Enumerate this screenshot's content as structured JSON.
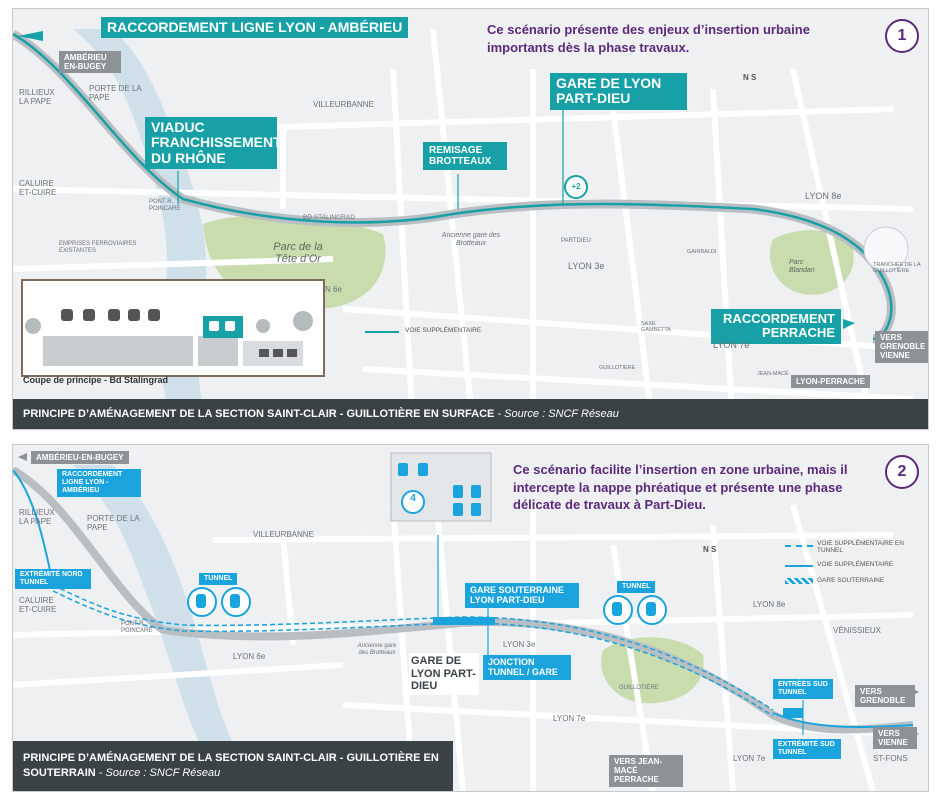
{
  "panel1": {
    "scenario_text": "Ce scénario présente des enjeux d’insertion urbaine importants dès la phase travaux.",
    "number": "1",
    "caption_main": "PRINCIPE D’AMÉNAGEMENT DE LA SECTION SAINT-CLAIR - GUILLOTIÈRE EN SURFACE",
    "caption_source": "- Source : SNCF Réseau",
    "labels": {
      "raccordement_ambérieu": "RACCORDEMENT LIGNE LYON - AMBÉRIEU",
      "viaduc": "VIADUC FRANCHISSEMENT DU RHÔNE",
      "remisage": "REMISAGE BROTTEAUX",
      "gare": "GARE DE LYON PART-DIEU",
      "raccordement_perrache": "RACCORDEMENT PERRACHE",
      "amberieu_box": "AMBÉRIEU EN-BUGEY",
      "lyon_perrache_box": "LYON-PERRACHE",
      "vers_grenoble_box": "VERS GRENOBLE VIENNE",
      "parc": "Parc de la Tête d’Or",
      "rillieux": "RILLIEUX LA PAPE",
      "porte_pape": "PORTE DE LA PAPE",
      "villeurbanne": "VILLEURBANNE",
      "caluire": "CALUIRE ET-CUIRE",
      "pont": "PONT R. POINCARÉ",
      "emprises": "EMPRISES FERROVIAIRES EXISTANTES",
      "stalingrad": "BD STALINGRAD",
      "brotteaux": "Ancienne gare des Brotteaux",
      "partdieu": "PARTDIEU",
      "lyon3": "LYON 3e",
      "lyon6": "N 6e",
      "lyon8": "LYON 8e",
      "lyon7": "LYON 7e",
      "parc_blandan": "Parc Blandan",
      "tranchee": "TRANCHÉE DE LA GUILLOTIÈRE",
      "voie_supp": "VOIE SUPPLÉMENTAIRE",
      "garibaldi": "GARIBALDI",
      "saxe": "SAXE GAMBETTA",
      "guillotiere": "GUILLOTIÈRE",
      "jean_mace": "JEAN-MACÉ",
      "plus2": "+2",
      "inset_caption": "Coupe de principe - Bd Stalingrad",
      "compass": "N  S"
    }
  },
  "panel2": {
    "scenario_text": "Ce scénario facilite l’insertion en zone urbaine, mais il intercepte la nappe phréatique et présente une phase délicate de travaux à Part-Dieu.",
    "number": "2",
    "caption_main": "PRINCIPE D’AMÉNAGEMENT DE LA SECTION SAINT-CLAIR - GUILLOTIÈRE EN SOUTERRAIN",
    "caption_source": "- Source : SNCF Réseau",
    "labels": {
      "amberieu_box": "AMBÉRIEU-EN-BUGEY",
      "raccordement": "RACCORDEMENT LIGNE LYON - AMBÉRIEU",
      "extremite_nord": "EXTRÉMITÉ NORD TUNNEL",
      "tunnel1": "TUNNEL",
      "tunnel2": "TUNNEL",
      "gare_souterraine": "GARE SOUTERRAINE LYON PART-DIEU",
      "jonction": "JONCTION TUNNEL / GARE",
      "gare_partdieu": "GARE DE LYON PART-DIEU",
      "entrees_sud": "ENTRÉES SUD TUNNEL",
      "extremite_sud": "EXTRÉMITÉ SUD TUNNEL",
      "vers_grenoble": "VERS GRENOBLE",
      "vers_vienne": "VERS VIENNE",
      "vers_jeanmace": "VERS JEAN-MACÉ PERRACHE",
      "rillieux": "RILLIEUX LA PAPE",
      "porte_pape": "PORTE DE LA PAPE",
      "villeurbanne": "VILLEURBANNE",
      "caluire": "CALUIRE ET-CUIRE",
      "pont": "PONT R. POINCARÉ",
      "lyon6": "LYON 6e",
      "lyon3": "LYON 3e",
      "lyon8": "LYON 8e",
      "lyon7a": "LYON 7e",
      "lyon7b": "LYON 7e",
      "venissieux": "VÉNISSIEUX",
      "st_fons": "ST-FONS",
      "guillotiere": "GUILLOTIÈRE",
      "brotteaux": "Ancienne gare des Brotteaux",
      "four": "4",
      "legend_tunnel": "VOIE SUPPLÉMENTAIRE EN TUNNEL",
      "legend_voie": "VOIE SUPPLÉMENTAIRE",
      "legend_gare": "GARE SOUTERRAINE",
      "compass": "N  S"
    }
  },
  "colors": {
    "teal": "#17a0a5",
    "blue": "#1aa3dc",
    "purple": "#5b2a7a",
    "caption_bg": "#3b4246",
    "park": "#c8dcae",
    "water": "#cfe0ea"
  }
}
